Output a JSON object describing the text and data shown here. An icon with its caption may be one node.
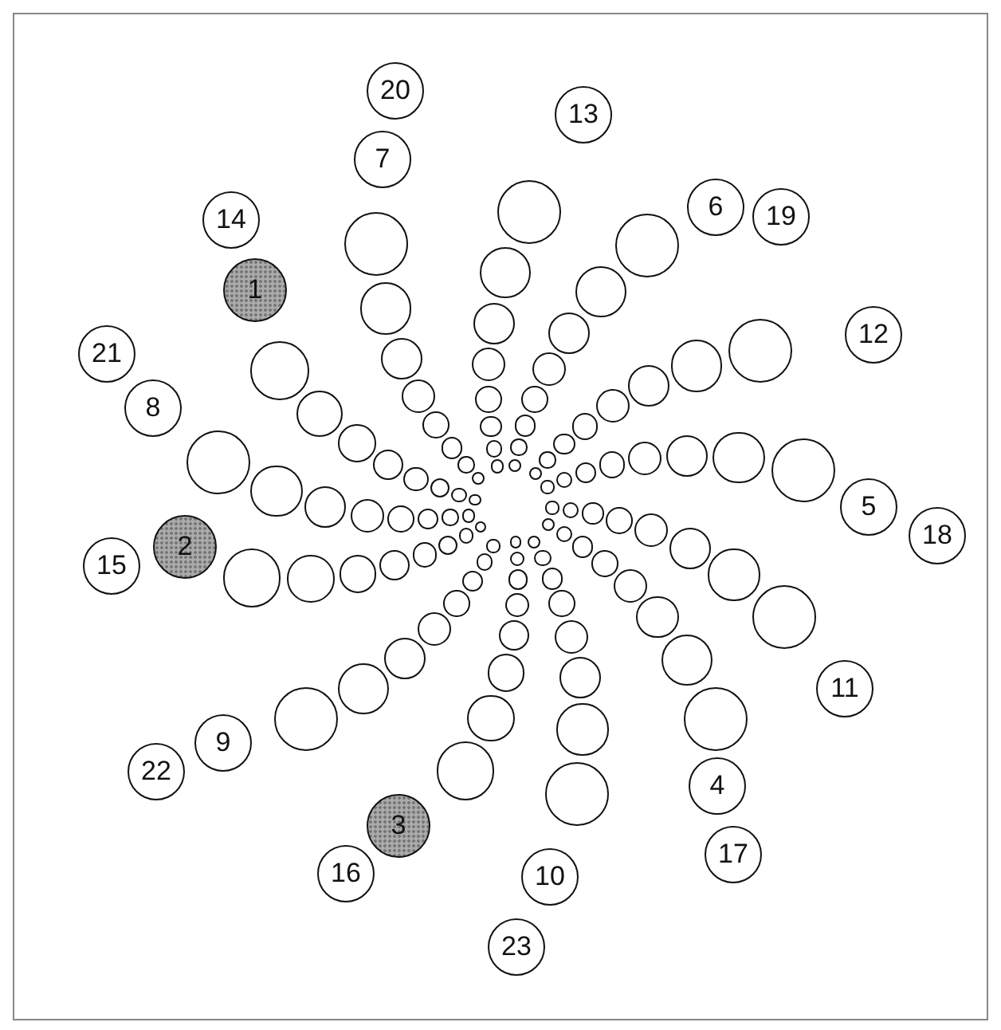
{
  "diagram": {
    "nodes": [
      {
        "text": [
          "20"
        ]
      },
      {
        "text": [
          "13"
        ]
      },
      {
        "text": [
          "7"
        ]
      },
      {
        "text": [
          "6"
        ]
      },
      {
        "text": [
          "19"
        ]
      },
      {
        "text": [
          "14"
        ]
      },
      {
        "text": [
          "1"
        ]
      },
      {
        "text": [
          "12"
        ]
      },
      {
        "text": [
          "21"
        ]
      },
      {
        "text": [
          "8"
        ]
      },
      {
        "text": [
          "5"
        ]
      },
      {
        "text": [
          "18"
        ]
      },
      {
        "text": [
          "15"
        ]
      },
      {
        "text": [
          "2"
        ]
      },
      {
        "text": [
          "11"
        ]
      },
      {
        "text": [
          "9"
        ]
      },
      {
        "text": [
          "22"
        ]
      },
      {
        "text": [
          "4"
        ]
      },
      {
        "text": [
          "3"
        ]
      },
      {
        "text": [
          "17"
        ]
      },
      {
        "text": [
          "16"
        ]
      },
      {
        "text": [
          "10"
        ]
      },
      {
        "text": [
          "23"
        ]
      },
      {
        "text": [],
        "shape": "circle"
      },
      {
        "text": [],
        "shape": "circle"
      },
      {
        "text": [],
        "shape": "circle"
      },
      {
        "text": [],
        "shape": "circle"
      },
      {
        "text": [],
        "shape": "circle"
      },
      {
        "text": [],
        "shape": "circle"
      },
      {
        "text": [],
        "shape": "circle"
      },
      {
        "text": [],
        "shape": "circle"
      },
      {
        "text": [],
        "shape": "circle"
      },
      {
        "text": [],
        "shape": "circle"
      },
      {
        "text": [],
        "shape": "circle"
      },
      {
        "text": [],
        "shape": "circle"
      },
      {
        "text": [],
        "shape": "circle"
      },
      {
        "text": [],
        "shape": "circle"
      },
      {
        "text": [],
        "shape": "circle"
      },
      {
        "text": [],
        "shape": "circle"
      },
      {
        "text": [],
        "shape": "circle"
      },
      {
        "text": [],
        "shape": "circle"
      },
      {
        "text": [],
        "shape": "circle"
      },
      {
        "text": [],
        "shape": "circle"
      },
      {
        "text": [],
        "shape": "circle"
      },
      {
        "text": [],
        "shape": "circle"
      },
      {
        "text": [],
        "shape": "circle"
      },
      {
        "text": [],
        "shape": "circle"
      },
      {
        "text": [],
        "shape": "circle"
      },
      {
        "text": [],
        "shape": "circle"
      },
      {
        "text": [],
        "shape": "circle"
      },
      {
        "text": [],
        "shape": "circle"
      },
      {
        "text": [],
        "shape": "circle"
      },
      {
        "text": [],
        "shape": "circle"
      },
      {
        "text": [],
        "shape": "circle"
      },
      {
        "text": [],
        "shape": "circle"
      },
      {
        "text": [],
        "shape": "circle"
      },
      {
        "text": [],
        "shape": "circle"
      },
      {
        "text": [],
        "shape": "circle"
      },
      {
        "text": [],
        "shape": "circle"
      },
      {
        "text": [],
        "shape": "circle"
      },
      {
        "text": [],
        "shape": "circle"
      },
      {
        "text": [],
        "shape": "circle"
      },
      {
        "text": [],
        "shape": "circle"
      },
      {
        "text": [],
        "shape": "circle"
      },
      {
        "text": [],
        "shape": "circle"
      },
      {
        "text": [],
        "shape": "circle"
      },
      {
        "text": [],
        "shape": "circle"
      },
      {
        "text": [],
        "shape": "circle"
      },
      {
        "text": [],
        "shape": "circle"
      },
      {
        "text": [],
        "shape": "circle"
      },
      {
        "text": [],
        "shape": "circle"
      },
      {
        "text": [],
        "shape": "circle"
      },
      {
        "text": [],
        "shape": "circle"
      },
      {
        "text": [],
        "shape": "circle"
      },
      {
        "text": [],
        "shape": "circle"
      },
      {
        "text": [],
        "shape": "circle"
      },
      {
        "text": [],
        "shape": "circle"
      },
      {
        "text": [],
        "shape": "circle"
      },
      {
        "text": [],
        "shape": "circle"
      },
      {
        "text": [],
        "shape": "circle"
      },
      {
        "text": [],
        "shape": "circle"
      },
      {
        "text": [],
        "shape": "circle"
      },
      {
        "text": [],
        "shape": "circle"
      },
      {
        "text": [],
        "shape": "circle"
      },
      {
        "text": [],
        "shape": "circle"
      },
      {
        "text": [],
        "shape": "circle"
      },
      {
        "text": [],
        "shape": "circle"
      },
      {
        "text": [],
        "shape": "circle"
      },
      {
        "text": [],
        "shape": "circle"
      },
      {
        "text": [],
        "shape": "circle"
      },
      {
        "text": [],
        "shape": "circle"
      },
      {
        "text": [],
        "shape": "circle"
      },
      {
        "text": [],
        "shape": "circle"
      },
      {
        "text": [],
        "shape": "circle"
      },
      {
        "text": [],
        "shape": "circle"
      },
      {
        "text": [],
        "shape": "circle"
      },
      {
        "text": [],
        "shape": "circle"
      },
      {
        "text": [],
        "shape": "circle"
      },
      {
        "text": [],
        "shape": "circle"
      },
      {
        "text": [],
        "shape": "circle"
      },
      {
        "text": [],
        "shape": "circle"
      },
      {
        "text": [],
        "shape": "circle"
      },
      {
        "text": [],
        "shape": "circle"
      },
      {
        "text": [],
        "shape": "circle"
      },
      {
        "text": [],
        "shape": "circle"
      },
      {
        "text": [],
        "shape": "circle"
      },
      {
        "text": [],
        "shape": "circle"
      },
      {
        "text": [],
        "shape": "circle"
      },
      {
        "text": [],
        "shape": "circle"
      },
      {
        "text": [],
        "shape": "circle"
      },
      {
        "text": [],
        "shape": "circle"
      },
      {
        "text": [],
        "shape": "circle"
      },
      {
        "text": [],
        "shape": "circle"
      },
      {
        "text": [],
        "shape": "circle"
      },
      {
        "text": [],
        "shape": "circle"
      },
      {
        "text": [],
        "shape": "circle"
      },
      {
        "text": [],
        "shape": "circle"
      },
      {
        "text": [],
        "shape": "circle"
      },
      {
        "text": [],
        "shape": "circle"
      },
      {
        "text": [],
        "shape": "circle"
      },
      {
        "text": [],
        "shape": "circle"
      },
      {
        "text": [],
        "shape": "circle"
      },
      {
        "text": [],
        "shape": "circle"
      },
      {
        "text": [],
        "shape": "circle"
      },
      {
        "text": [],
        "shape": "circle"
      },
      {
        "text": [],
        "shape": "circle"
      },
      {
        "text": [],
        "shape": "circle"
      }
    ],
    "edges": []
  }
}
